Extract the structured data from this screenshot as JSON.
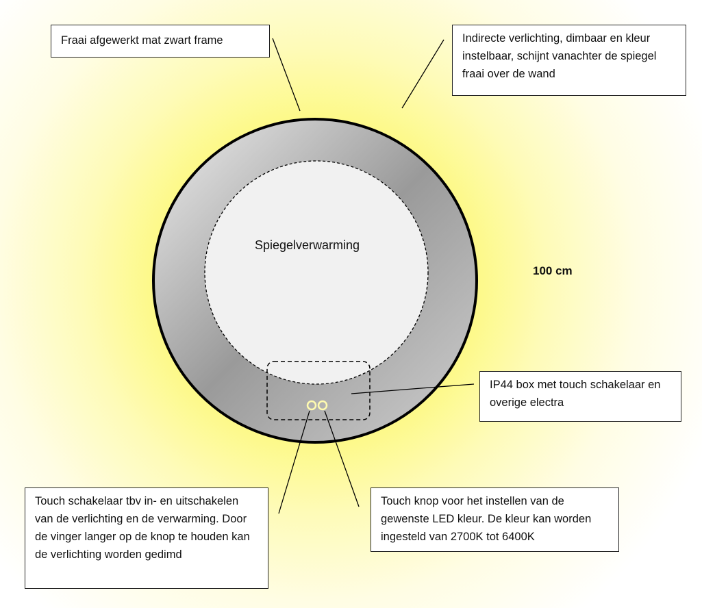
{
  "labels": {
    "frame": "Fraai afgewerkt mat zwart frame",
    "lighting": "Indirecte verlichting, dimbaar en kleur instelbaar, schijnt vanachter de spiegel fraai over de wand",
    "heating": "Spiegelverwarming",
    "size": "100 cm",
    "ip44": "IP44 box met touch schakelaar en overige electra",
    "touch_switch": "Touch schakelaar tbv in- en uitschakelen van de verlichting en de verwarming. Door de vinger langer op de knop te houden kan de verlichting worden gedimd",
    "touch_color": "Touch knop voor het instellen van de gewenste LED kleur. De kleur kan worden ingesteld van 2700K tot 6400K"
  },
  "colors": {
    "glow": "#fcf75a",
    "frame": "#000000",
    "button_ring": "#fffbb0"
  }
}
